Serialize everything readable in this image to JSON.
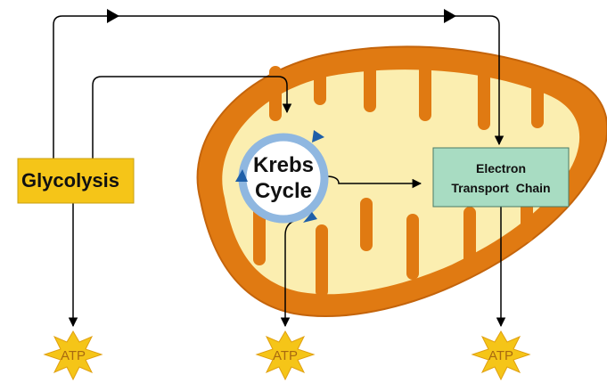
{
  "diagram": {
    "glycolysis_label": "Glycolysis",
    "krebs_line1": "Krebs",
    "krebs_line2": "Cycle",
    "etc_line1": "Electron",
    "etc_line2": "Transport  Chain",
    "atp_labels": [
      "ATP",
      "ATP",
      "ATP"
    ]
  },
  "colors": {
    "mito_outer": "#e07a12",
    "mito_inner": "#fbeeb0",
    "glycolysis_box": "#f5c518",
    "etc_box": "#a8dcc2",
    "krebs_ring": "#8fb7e0",
    "krebs_arrow": "#1f5fa8",
    "atp_star": "#f5c518",
    "atp_text": "#a86a10"
  }
}
